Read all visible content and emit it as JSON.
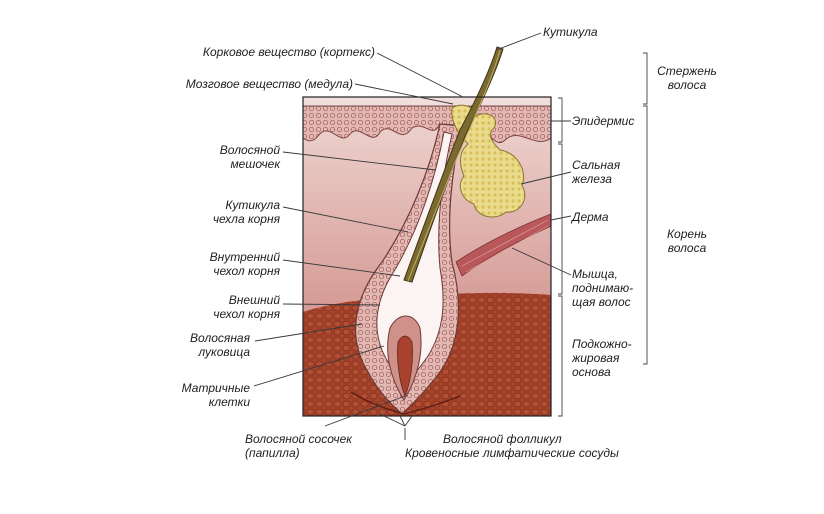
{
  "labels_left": {
    "cortex": "Корковое вещество (кортекс)",
    "medulla": "Мозговое вещество (медула)",
    "hair_sac": "Волосяной\nмешочек",
    "root_sheath_cuticle": "Кутикула\nчехла корня",
    "inner_root_sheath": "Внутренний\nчехол корня",
    "outer_root_sheath": "Внешний\nчехол корня",
    "hair_bulb": "Волосяная\nлуковица",
    "matrix_cells": "Матричные\nклетки",
    "papilla": "Волосяной сосочек\n(папилла)"
  },
  "labels_right": {
    "cuticle": "Кутикула",
    "epidermis": "Эпидермис",
    "sebaceous_gland": "Сальная\nжелеза",
    "dermis": "Дерма",
    "arrector_muscle": "Мышца,\nподнимаю-\nщая волос",
    "subcutaneous": "Подкожно-\nжировая\nоснова"
  },
  "labels_bottom": {
    "follicle": "Волосяной фолликул",
    "vessels": "Кровеносные лимфатические сосуды"
  },
  "brackets": {
    "shaft": "Стержень\nволоса",
    "root": "Корень\nволоса"
  },
  "colors": {
    "epidermis": "#e2b4ae",
    "dermis_top": "#edd3d0",
    "dermis_bottom": "#c97f79",
    "subcutaneous": "#a8432a",
    "gland": "#e9d98a",
    "hair": "#6b5b2a",
    "muscle": "#b5585a",
    "text": "#1e1e1e"
  }
}
